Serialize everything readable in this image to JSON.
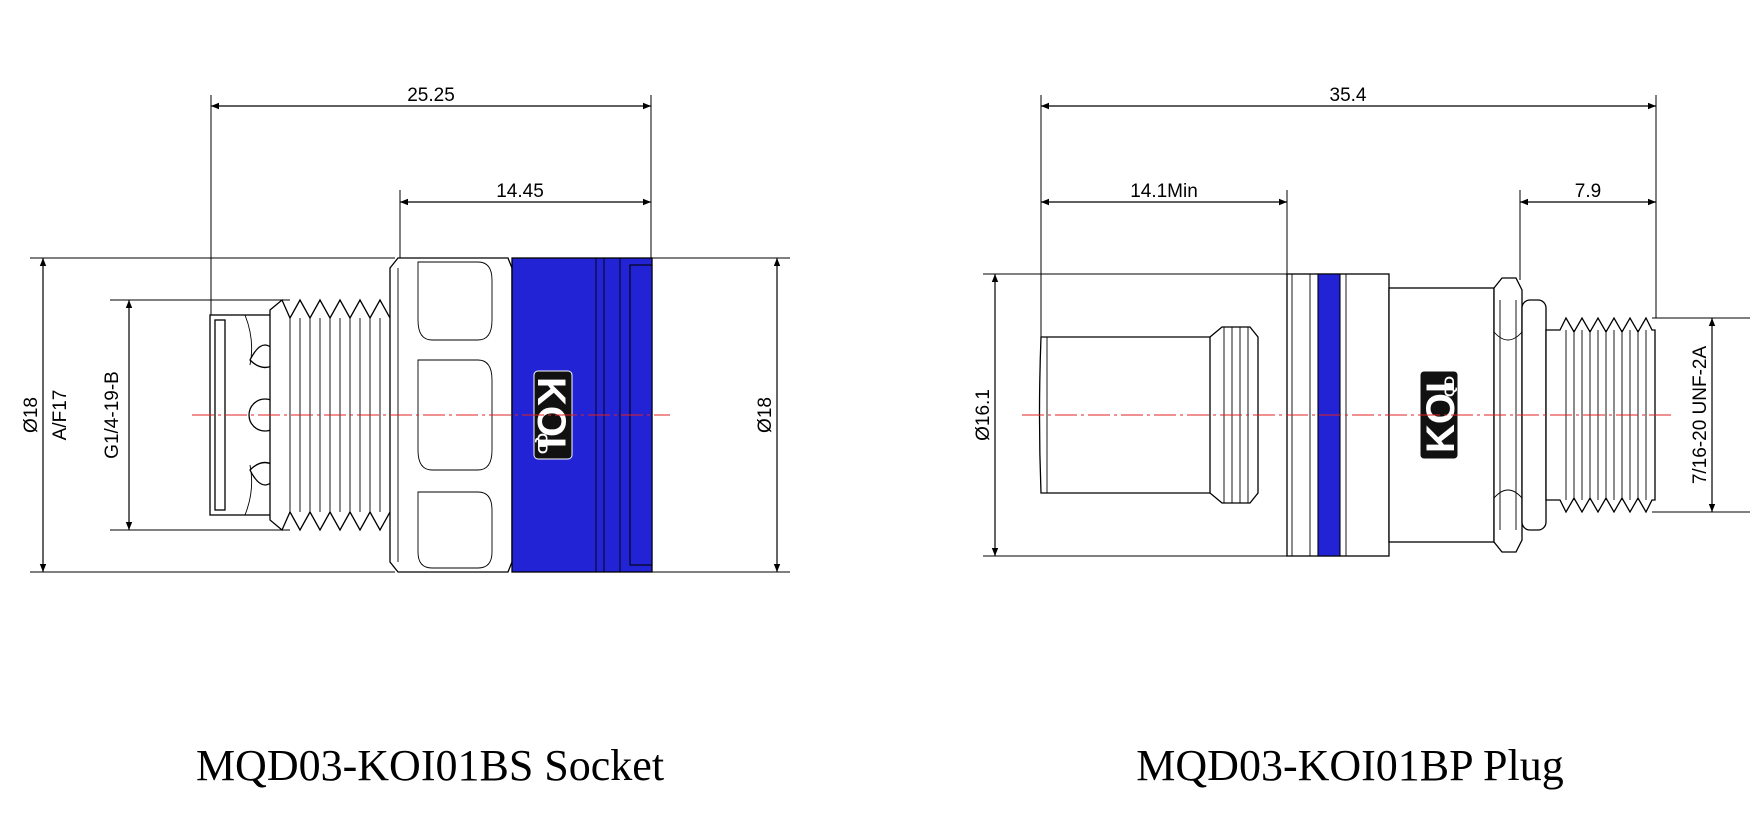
{
  "socket": {
    "dimensions": {
      "overall_length": "25.25",
      "body_length": "14.45",
      "left_outer_dia": "Ø18",
      "across_flats": "A/F17",
      "thread": "G1/4-19-B",
      "right_outer_dia": "Ø18"
    },
    "logo": {
      "main": "KOI",
      "sub": "QD"
    },
    "caption": "MQD03-KOI01BS Socket"
  },
  "plug": {
    "dimensions": {
      "overall_length": "35.4",
      "engagement_length": "14.1Min",
      "thread_length": "7.9",
      "body_dia": "Ø16.1",
      "thread": "7/16-20 UNF-2A"
    },
    "logo": {
      "main": "KOI",
      "sub": "QD"
    },
    "caption": "MQD03-KOI01BP Plug"
  },
  "colors": {
    "accent_blue": "#2323d6",
    "centerline": "#e02020",
    "line": "#000000",
    "logo_bg": "#111111"
  }
}
